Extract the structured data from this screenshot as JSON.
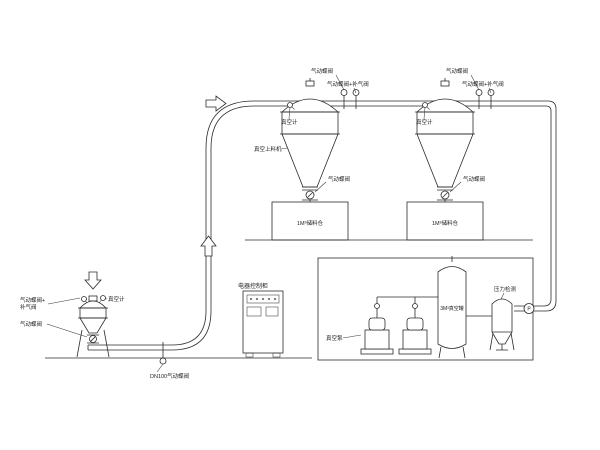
{
  "labels": {
    "valve": "气动蝶阀",
    "valve_combo": "气动蝶阀+补气阀",
    "valve_combo_l1": "气动蝶阀+",
    "valve_combo_l2": "补气阀",
    "vacuum_gauge": "真空计",
    "vacuum_feeder": "真空上料机",
    "dn100_valve": "DN100气动蝶阀",
    "storage_bin": "1M³储料仓",
    "control_cabinet": "电器控制柜",
    "vacuum_pump": "真空泵",
    "vacuum_tank": "3M³真空罐",
    "pressure_detection": "压力检测",
    "pressure_gauge_symbol": "P"
  },
  "colors": {
    "line": "#2b2b2b",
    "background": "#ffffff"
  }
}
